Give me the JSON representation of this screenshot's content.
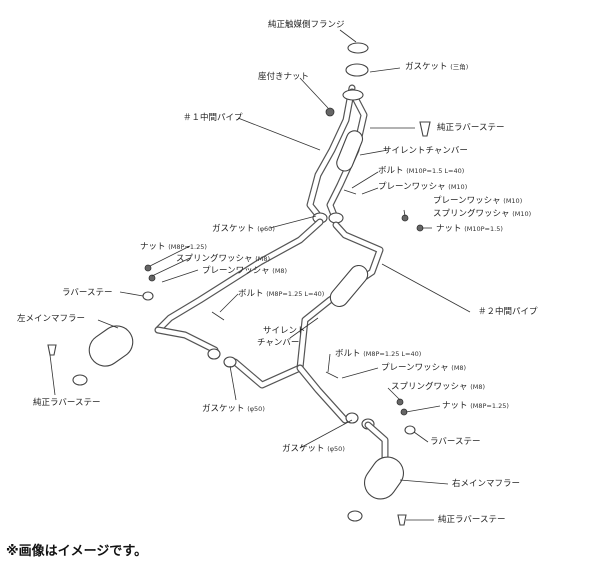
{
  "labels": {
    "flange": "純正触媒側フランジ",
    "gasket_top": "ガスケット",
    "gasket_top_spec": "(三角)",
    "nut_seat": "座付きナット",
    "pipe1": "＃１中間パイプ",
    "rubber_stay_top": "純正ラバーステー",
    "silent_chamber": "サイレントチャンバー",
    "bolt_r": "ボルト",
    "bolt_r_spec": "(M10P=1.5 L=40)",
    "plain_washer_r": "プレーンワッシャ",
    "plain_washer_r_spec": "(M10)",
    "spring_washer_r": "スプリングワッシャ",
    "spring_washer_r_spec": "(M10)",
    "nut_r": "ナット",
    "nut_r_spec": "(M10P=1.5)",
    "gasket_60": "ガスケット",
    "gasket_60_spec": "(φ60)",
    "nut_l": "ナット",
    "nut_l_spec": "(M8P=1.25)",
    "spring_washer_l": "スプリングワッシャ",
    "spring_washer_l_spec": "(M8)",
    "plain_washer_l": "プレーンワッシャ",
    "plain_washer_l_spec": "(M8)",
    "rubber_stay_l": "ラバーステー",
    "bolt_l": "ボルト",
    "bolt_l_spec": "(M8P=1.25 L=40)",
    "pipe2": "＃２中間パイプ",
    "left_muffler": "左メインマフラー",
    "silent_chamber2_a": "サイレント",
    "silent_chamber2_b": "チャンバー",
    "bolt_m": "ボルト",
    "bolt_m_spec": "(M8P=1.25 L=40)",
    "plain_washer_m": "プレーンワッシャ",
    "plain_washer_m_spec": "(M8)",
    "spring_washer_m": "スプリングワッシャ",
    "spring_washer_m_spec": "(M8)",
    "nut_m": "ナット",
    "nut_m_spec": "(M8P=1.25)",
    "rubber_stay_bl": "純正ラバーステー",
    "gasket_50a": "ガスケット",
    "gasket_50a_spec": "(φ50)",
    "gasket_50b": "ガスケット",
    "gasket_50b_spec": "(φ50)",
    "rubber_stay_r": "ラバーステー",
    "right_muffler": "右メインマフラー",
    "rubber_stay_br": "純正ラバーステー"
  },
  "note": "※画像はイメージです。"
}
